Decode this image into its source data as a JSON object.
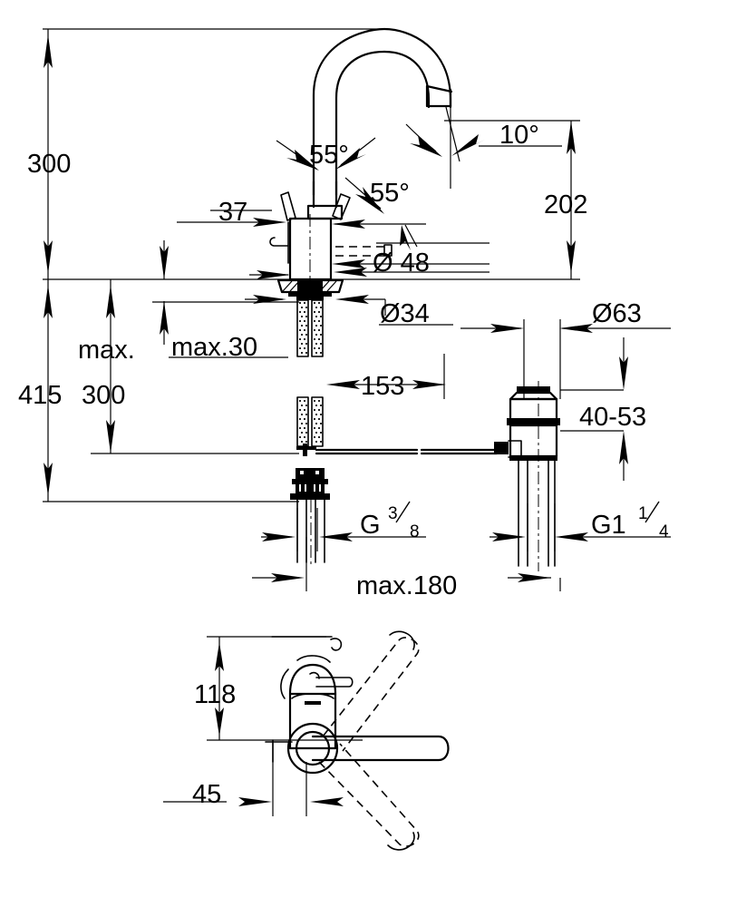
{
  "document": {
    "title": "Single-lever basin mixer dimensional drawing",
    "units": "mm",
    "line_color": "#000000",
    "background_color": "#ffffff"
  },
  "views": {
    "elevation": {
      "name": "front elevation (section)"
    },
    "plan": {
      "name": "handle side view"
    }
  },
  "dimensions": {
    "overall_height": "300",
    "spout_height": "202",
    "handle_clearance": "37",
    "body_diameter": "Ø 48",
    "shank_diameter": "Ø34",
    "valve_flange_diameter": "Ø63",
    "basin_thickness_range": "40-53",
    "max_deck_thickness": "max.30",
    "hose_length_total": "415",
    "hose_max_prefix": "max.",
    "hose_max_value": "300",
    "shank_length": "153",
    "supply_max_length": "max.180",
    "supply_thread": "G",
    "supply_thread_num": "3",
    "supply_thread_den": "8",
    "waste_thread": "G1",
    "waste_thread_num": "1",
    "waste_thread_den": "4",
    "lever_swivel_angle_left": "55°",
    "lever_swivel_angle_right": "55°",
    "lever_lift_angle": "10°",
    "plan_height": "118",
    "plan_offset": "45"
  }
}
